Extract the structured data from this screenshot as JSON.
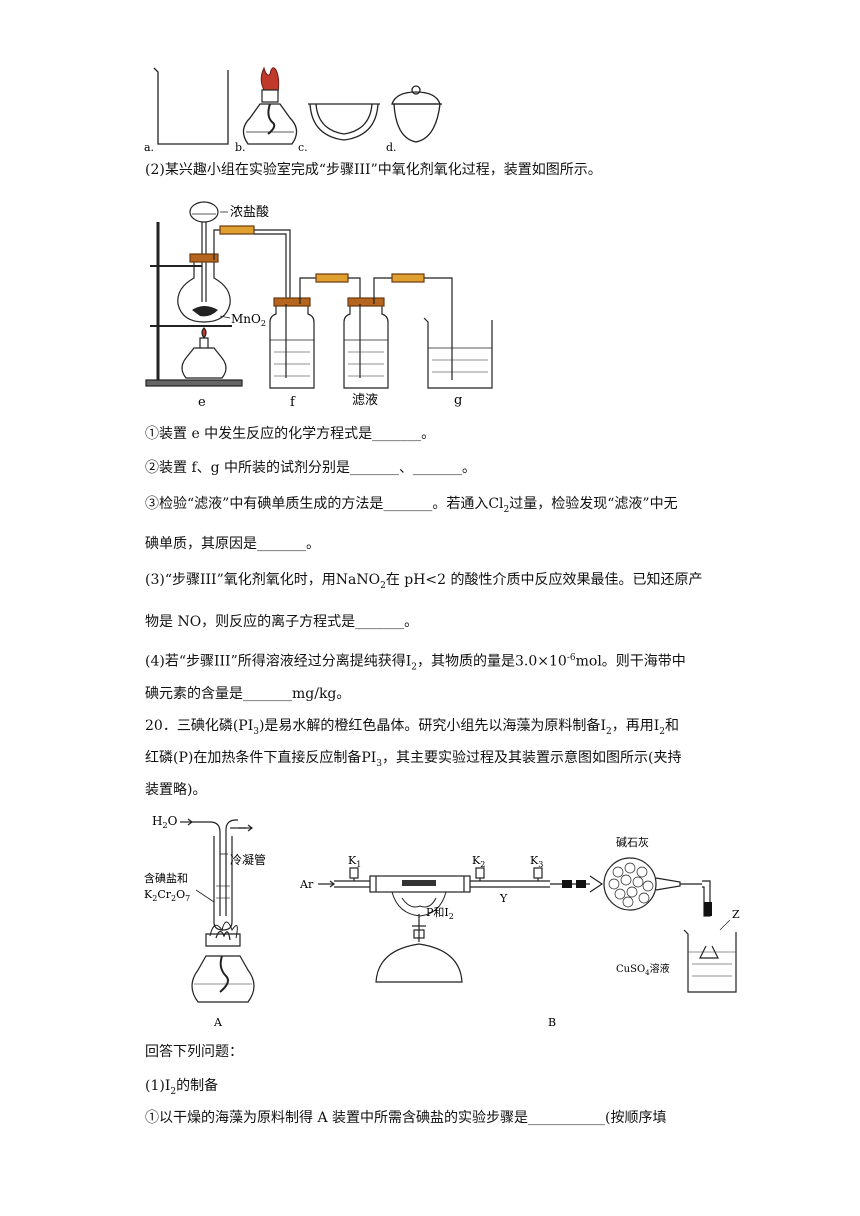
{
  "fig_top": {
    "labels": [
      "a.",
      "b.",
      "c.",
      "d."
    ]
  },
  "q2": {
    "intro": "(2)某兴趣小组在实验室完成“步骤III”中氧化剂氧化过程，装置如图所示。",
    "fig": {
      "acid": "浓盐酸",
      "mno2": "MnO",
      "mno2_sub": "2",
      "e": "e",
      "f": "f",
      "filtrate": "滤液",
      "g": "g"
    },
    "s1": "①装置 e 中发生反应的化学方程式是_______。",
    "s2": "②装置 f、g 中所装的试剂分别是_______、_______。",
    "s3a_pre": "③检验“滤液”中有碘单质生成的方法是_______。若通入",
    "s3a_chem": "Cl",
    "s3a_sub": "2",
    "s3a_post": "过量，检验发现“滤液”中无",
    "s3b": "碘单质，其原因是_______。"
  },
  "q3": {
    "a_pre": "(3)“步骤III”氧化剂氧化时，用",
    "a_chem": "NaNO",
    "a_sub": "2",
    "a_post": "在 pH<2 的酸性介质中反应效果最佳。已知还原产",
    "b": "物是 NO，则反应的离子方程式是_______。"
  },
  "q4": {
    "a_pre": "(4)若“步骤III”所得溶液经过分离提纯获得",
    "a_chem": "I",
    "a_sub": "2",
    "a_mid": "，其物质的量是",
    "a_num": "3.0×10",
    "a_sup": "-6",
    "a_unit": "mol",
    "a_post": "。则干海带中",
    "b": "碘元素的含量是_______mg/kg。"
  },
  "q20": {
    "l1_pre": "20．三碘化磷(",
    "l1_chem": "PI",
    "l1_sub": "3",
    "l1_post": ")是易水解的橙红色晶体。研究小组先以海藻为原料制备",
    "l1_i": "I",
    "l1_isub": "2",
    "l1_end": "，再用",
    "l1_i2": "I",
    "l1_i2sub": "2",
    "l1_and": "和",
    "l2_pre": "红磷(P)在加热条件下直接反应制备",
    "l2_chem": "PI",
    "l2_sub": "3",
    "l2_post": "，其主要实验过程及其装置示意图如图所示(夹持",
    "l3": "装置略)。"
  },
  "fig20": {
    "h2o": "H",
    "h2o_sub": "2",
    "h2o_end": "O",
    "condenser": "冷凝管",
    "salt1": "含碘盐和",
    "salt2a": "K",
    "salt2b": "2",
    "salt2c": "Cr",
    "salt2d": "2",
    "salt2e": "O",
    "salt2f": "7",
    "A": "A",
    "ar": "Ar",
    "k1": "K",
    "k1s": "1",
    "k2": "K",
    "k2s": "2",
    "k3": "K",
    "k3s": "3",
    "y": "Y",
    "pi2": "P和I",
    "pi2s": "2",
    "lime": "碱石灰",
    "z": "Z",
    "cuso4": "CuSO",
    "cuso4s": "4",
    "cuso4e": "溶液",
    "B": "B"
  },
  "tail": {
    "answer": "回答下列问题：",
    "p1_pre": "(1)",
    "p1_chem": "I",
    "p1_sub": "2",
    "p1_post": "的制备",
    "p1_step": "①以干燥的海藻为原料制得 A 装置中所需含碘盐的实验步骤是___________(按顺序填"
  }
}
